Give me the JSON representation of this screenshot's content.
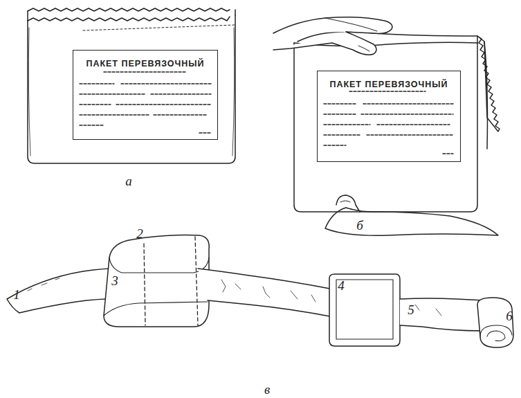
{
  "diagram": {
    "nodes": [
      {
        "text": [
          "ПАКЕТ ПЕРЕВЯЗОЧНЫЙ"
        ]
      },
      {
        "text": [
          "ПАКЕТ ПЕРЕВЯЗОЧНЫЙ"
        ]
      }
    ],
    "labels": [
      "а",
      "б",
      "в",
      "1",
      "2",
      "3",
      "4",
      "5",
      "6"
    ]
  }
}
